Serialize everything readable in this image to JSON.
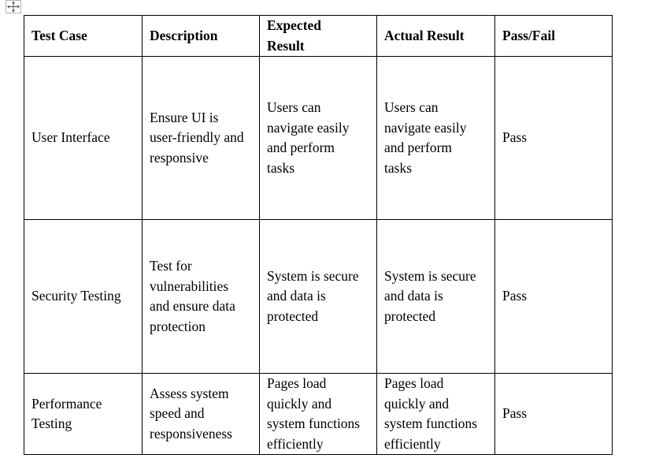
{
  "table": {
    "headers": [
      "Test Case",
      "Description",
      "Expected\nResult",
      "Actual Result",
      "Pass/Fail"
    ],
    "rows": [
      {
        "test_case": "User Interface",
        "description": "Ensure UI is\nuser-friendly and\nresponsive",
        "expected": "Users can\nnavigate easily\nand perform\ntasks",
        "actual": "Users can\nnavigate easily\nand perform\ntasks",
        "result": "Pass"
      },
      {
        "test_case": "Security Testing",
        "description": "Test for\nvulnerabilities\nand ensure data\nprotection",
        "expected": "System is secure\nand data is\nprotected",
        "actual": "System is secure\nand data is\nprotected",
        "result": "Pass"
      },
      {
        "test_case": "Performance\nTesting",
        "description": "Assess system\nspeed and\nresponsiveness",
        "expected": "Pages load\nquickly and\nsystem functions\nefficiently",
        "actual": "Pages load\nquickly and\nsystem functions\nefficiently",
        "result": "Pass"
      }
    ]
  },
  "icons": {
    "table_move_handle": "move-arrows-icon"
  },
  "colors": {
    "border": "#000000",
    "handle_border": "#b4b4b4",
    "text": "#000000"
  }
}
